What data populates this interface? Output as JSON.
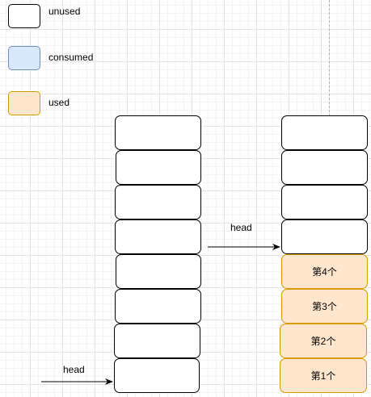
{
  "legend": {
    "items": [
      {
        "key": "unused",
        "label": "unused",
        "fill": "#ffffff",
        "stroke": "#000000"
      },
      {
        "key": "consumed",
        "label": "consumed",
        "fill": "#dae8fc",
        "stroke": "#6c8ebf"
      },
      {
        "key": "used",
        "label": "used",
        "fill": "#ffe6cc",
        "stroke": "#d79b00"
      }
    ]
  },
  "left_queue": {
    "cell_count": 8,
    "pointer_label": "head"
  },
  "right_queue": {
    "cells": [
      {
        "state": "unused",
        "label": ""
      },
      {
        "state": "unused",
        "label": ""
      },
      {
        "state": "unused",
        "label": ""
      },
      {
        "state": "unused",
        "label": ""
      },
      {
        "state": "used",
        "label": "第4个"
      },
      {
        "state": "used",
        "label": "第3个"
      },
      {
        "state": "used",
        "label": "第2个"
      },
      {
        "state": "used",
        "label": "第1个"
      }
    ],
    "pointer_label": "head"
  }
}
